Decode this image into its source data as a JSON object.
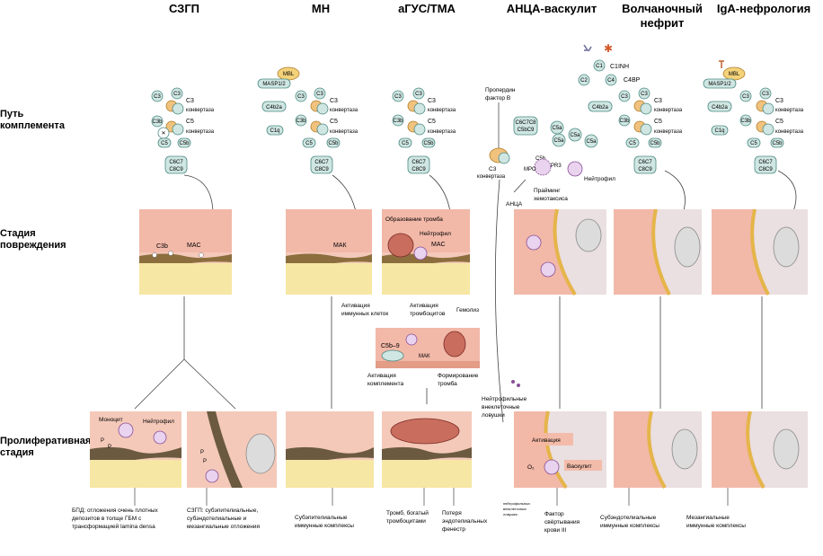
{
  "columns": {
    "c1": "СЗГП",
    "c2": "МН",
    "c3": "аГУС/ТМА",
    "c4": "АНЦА-васкулит",
    "c5a": "Волчаночный",
    "c5b": "нефрит",
    "c6": "IgA-нефрология"
  },
  "rows": {
    "r1a": "Путь",
    "r1b": "комплемента",
    "r2a": "Стадия",
    "r2b": "повреждения",
    "r3a": "Пролиферативная",
    "r3b": "стадия"
  },
  "molecules": {
    "C3": "C3",
    "C3b": "C3b",
    "C5": "C5",
    "C5b": "C5b",
    "C6": "C6",
    "C7": "C7",
    "C8": "C8",
    "C9": "C9",
    "C5a": "C5a",
    "C1": "C1",
    "C1q": "C1q",
    "C2": "C2",
    "C4": "C4",
    "C4b2a": "C4b2a",
    "MBL": "MBL",
    "MASP": "MASP1/2",
    "C1INH": "C1INH",
    "C4BP": "C4BP"
  },
  "labels": {
    "conv1": "конвертаза",
    "properdin_a": "Пропердин",
    "properdin_b": "фактор B",
    "mpo": "МРО",
    "pr3": "PR3",
    "neutrophil": "Нейтрофил",
    "priming_a": "Прайминг",
    "priming_b": "хемотаксиса",
    "anca": "АНЦА",
    "mac": "MAC",
    "mak": "МАК",
    "thrombus_formation": "Образование тромба",
    "c5b9": "C5b–9",
    "immune_act_a": "Активация",
    "immune_act_b": "иммунных клеток",
    "platelet_act_a": "Активация",
    "platelet_act_b": "тромбоцитов",
    "hemolysis": "Гемолиз",
    "compl_act_a": "Активация",
    "compl_act_b": "комплемента",
    "form_thromb_a": "Формирование",
    "form_thromb_b": "тромба",
    "net_a": "Нейтрофильные",
    "net_b": "внеклеточные",
    "net_c": "ловушки",
    "monocyte": "Моноцит",
    "activation": "Активация",
    "vasculitis": "Васкулит",
    "o2": "O₂",
    "p": "P",
    "bpd_a": "БПД: отложения очень плотных",
    "bpd_b": "депозитов в толще ГБМ с",
    "bpd_c": "трансформацией lamina densa",
    "szgp_a": "СЗГП: субэпителиальные,",
    "szgp_b": "субэндотелиальные и",
    "szgp_c": "мезангиальные отложения",
    "subepi_a": "Субэпителиальные",
    "subepi_b": "иммунные комплексы",
    "thromb_a": "Тромб, богатый",
    "thromb_b": "тромбоцитами",
    "endo_a": "Потеря",
    "endo_b": "эндотелиальных",
    "endo_c": "фенестр",
    "neut_small_a": "нейтрофильных",
    "neut_small_b": "внеклеточных",
    "neut_small_c": "ловушек",
    "factor_a": "Фактор",
    "factor_b": "свёртывания",
    "factor_c": "крови III",
    "subendo_a": "Субэндотелиальные",
    "subendo_b": "иммунные комплексы",
    "mes_a": "Мезангиальные",
    "mes_b": "иммунные комплексы"
  }
}
